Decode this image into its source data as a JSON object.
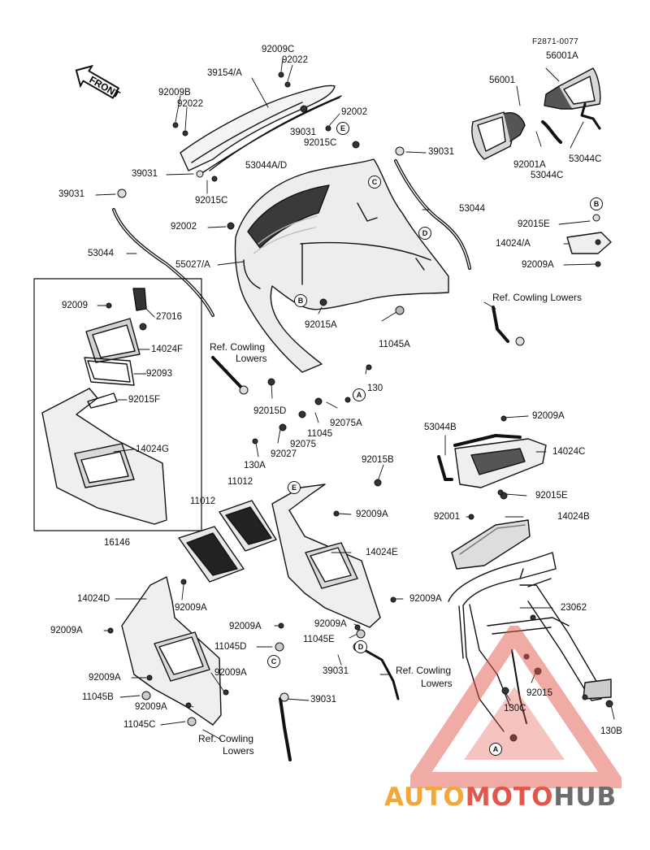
{
  "figure_code": "F2871-0077",
  "front_label": "FRONT",
  "callouts": {
    "c_92009C": "92009C",
    "c_92022_top": "92022",
    "c_39154A": "39154/A",
    "c_92009B": "92009B",
    "c_92022_left": "92022",
    "c_92002_top": "92002",
    "c_39031_mid": "39031",
    "c_92015C_top": "92015C",
    "c_53044AD": "53044A/D",
    "c_39031_right": "39031",
    "c_56001A": "56001A",
    "c_56001": "56001",
    "c_92001A": "92001A",
    "c_53044C_a": "53044C",
    "c_53044C_b": "53044C",
    "c_39031_l1": "39031",
    "c_92015C_bot": "92015C",
    "c_39031_l2": "39031",
    "c_53044_right": "53044",
    "c_92002_mid": "92002",
    "c_92015E_top": "92015E",
    "c_14024A": "14024/A",
    "c_92009A_r1": "92009A",
    "c_53044_left": "53044",
    "c_55027A": "55027/A",
    "c_92009_box": "92009",
    "c_27016": "27016",
    "c_14024F": "14024F",
    "c_92093": "92093",
    "c_92015F": "92015F",
    "c_14024G": "14024G",
    "c_16146": "16146",
    "c_92015A": "92015A",
    "c_11045A": "11045A",
    "c_130": "130",
    "c_92015D": "92015D",
    "c_92075A": "92075A",
    "c_11045": "11045",
    "c_92075": "92075",
    "c_92027": "92027",
    "c_130A": "130A",
    "c_53044B": "53044B",
    "c_92009A_r2": "92009A",
    "c_14024C": "14024C",
    "c_92015B": "92015B",
    "c_11012_a": "11012",
    "c_11012_b": "11012",
    "c_92009A_m1": "92009A",
    "c_14024E": "14024E",
    "c_92015E_bot": "92015E",
    "c_92001": "92001",
    "c_14024B": "14024B",
    "c_14024D": "14024D",
    "c_92009A_l1": "92009A",
    "c_92009A_m2": "92009A",
    "c_23062": "23062",
    "c_92009A_l2": "92009A",
    "c_92009A_m3": "92009A",
    "c_92009A_m4": "92009A",
    "c_11045D": "11045D",
    "c_11045E": "11045E",
    "c_92009A_l3": "92009A",
    "c_92009A_l4": "92009A",
    "c_11045B": "11045B",
    "c_39031_bot1": "39031",
    "c_92015": "92015",
    "c_130C": "130C",
    "c_92009A_l5": "92009A",
    "c_11045C": "11045C",
    "c_39031_bot2": "39031",
    "c_130B": "130B"
  },
  "refs": {
    "ref_top_right": "Ref. Cowling Lowers",
    "ref_mid_left_1": "Ref. Cowling",
    "ref_mid_left_2": "Lowers",
    "ref_bot_mid_1": "Ref. Cowling",
    "ref_bot_mid_2": "Lowers",
    "ref_bot_left_1": "Ref. Cowling",
    "ref_bot_left_2": "Lowers"
  },
  "markers": [
    "A",
    "B",
    "C",
    "D",
    "E"
  ],
  "watermark": {
    "part1": "AUTO",
    "part2": "MOTO",
    "part3": "HUB",
    "colors": [
      "#f2a73b",
      "#e2574b",
      "#6c6c6c"
    ]
  }
}
